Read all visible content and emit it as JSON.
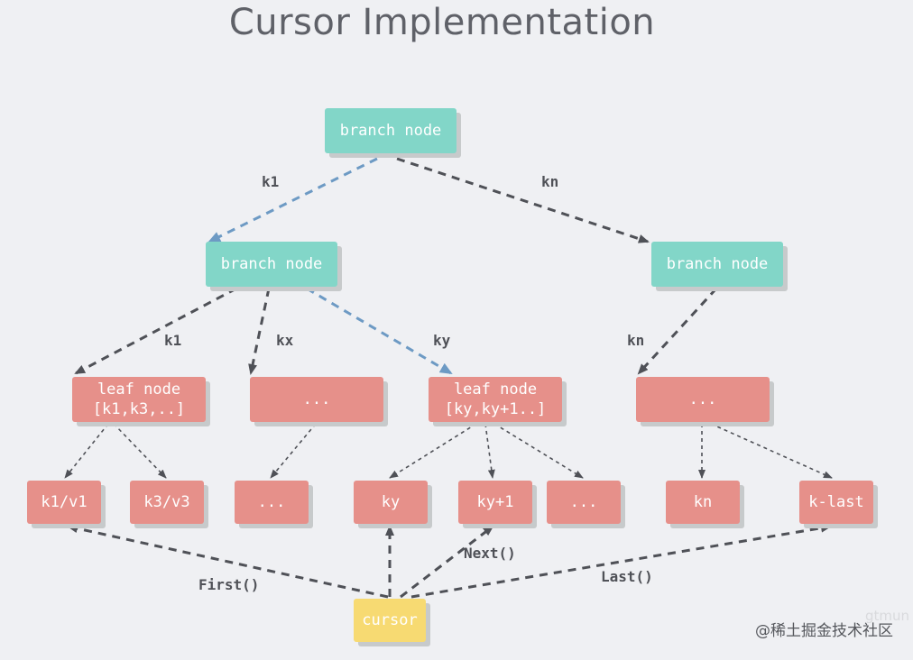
{
  "title": "Cursor Implementation",
  "nodes": {
    "root": "branch node",
    "branch_left": "branch node",
    "branch_right": "branch node",
    "leaf1_line1": "leaf node",
    "leaf1_line2": "[k1,k3,..]",
    "leaf2": "...",
    "leaf3_line1": "leaf node",
    "leaf3_line2": "[ky,ky+1..]",
    "leaf4": "...",
    "kv_k1": "k1/v1",
    "kv_k3": "k3/v3",
    "kv_dots1": "...",
    "kv_ky": "ky",
    "kv_ky1": "ky+1",
    "kv_dots2": "...",
    "kv_kn": "kn",
    "kv_klast": "k-last",
    "cursor": "cursor"
  },
  "edge_labels": {
    "root_k1": "k1",
    "root_kn": "kn",
    "bl_k1": "k1",
    "bl_kx": "kx",
    "bl_ky": "ky",
    "br_kn": "kn",
    "first": "First()",
    "next": "Next()",
    "last": "Last()"
  },
  "watermark": "@稀土掘金技术社区",
  "watermark_bg": "gtmun",
  "colors": {
    "teal": "#82d6c8",
    "salmon": "#e6908a",
    "yellow": "#f7da72",
    "dark_arrow": "#4f5157",
    "blue_arrow": "#6d9ac4"
  }
}
